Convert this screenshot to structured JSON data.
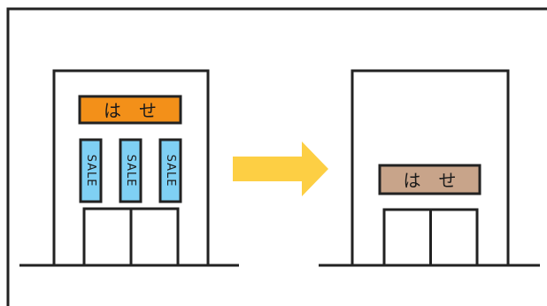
{
  "before": {
    "sign_text": "は　せ",
    "sign_color": "#f39019",
    "banners": [
      {
        "text": "SALE"
      },
      {
        "text": "SALE"
      },
      {
        "text": "SALE"
      }
    ],
    "banner_color": "#7fd0f4"
  },
  "after": {
    "sign_text": "は　せ",
    "sign_color": "#c8a48a"
  },
  "arrow_color": "#fdcf44",
  "line_color": "#222222"
}
